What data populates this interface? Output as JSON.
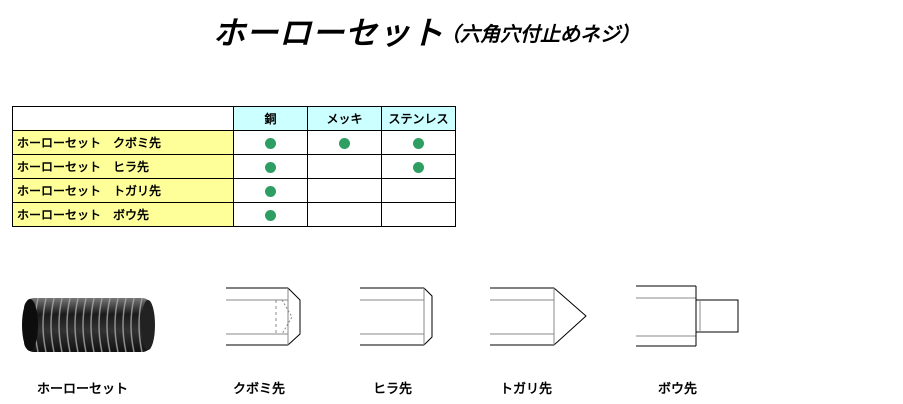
{
  "title": "ホーローセット",
  "subtitle": "（六角穴付止めネジ）",
  "table": {
    "columns": [
      "銅",
      "メッキ",
      "ステンレス"
    ],
    "rows": [
      {
        "label": "ホーローセット　クボミ先",
        "marks": [
          true,
          true,
          true
        ]
      },
      {
        "label": "ホーローセット　ヒラ先",
        "marks": [
          true,
          false,
          true
        ]
      },
      {
        "label": "ホーローセット　トガリ先",
        "marks": [
          true,
          false,
          false
        ]
      },
      {
        "label": "ホーローセット　ボウ先",
        "marks": [
          true,
          false,
          false
        ]
      }
    ],
    "mark_color": "#2e9e63"
  },
  "figures": {
    "photo_label": "ホーローセット",
    "labels": [
      "クボミ先",
      "ヒラ先",
      "トガリ先",
      "ボウ先"
    ]
  }
}
